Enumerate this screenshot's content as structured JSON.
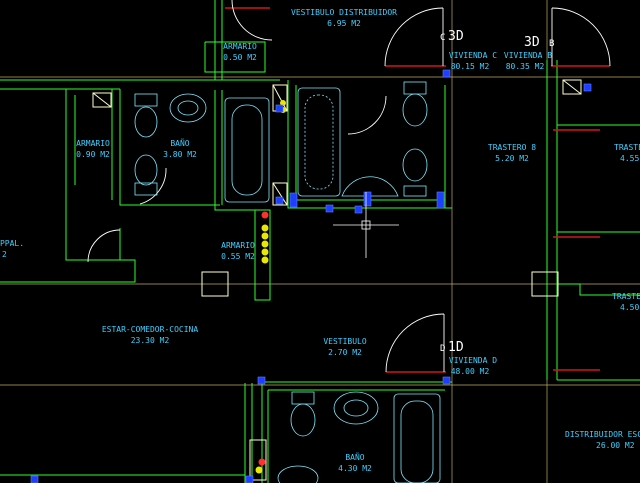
{
  "rooms": [
    {
      "id": "vestibulo-distribuidor",
      "name": "VESTIBULO DISTRIBUIDOR",
      "area": "6.95 M2"
    },
    {
      "id": "armario-top",
      "name": "ARMARIO",
      "area": "0.50 M2"
    },
    {
      "id": "armario-left",
      "name": "ARMARIO",
      "area": "0.90 M2"
    },
    {
      "id": "bano-top",
      "name": "BAÑO",
      "area": "3.80 M2"
    },
    {
      "id": "armario-mid",
      "name": "ARMARIO",
      "area": "0.55 M2"
    },
    {
      "id": "ppal",
      "name": "PPAL.",
      "area": "2"
    },
    {
      "id": "vivienda-c",
      "name": "VIVIENDA C",
      "area": "80.15 M2"
    },
    {
      "id": "vivienda-b",
      "name": "VIVIENDA B",
      "area": "80.35 M2"
    },
    {
      "id": "trastero-8",
      "name": "TRASTERO 8",
      "area": "5.20 M2"
    },
    {
      "id": "trastero-right",
      "name": "TRASTE",
      "area": "4.55"
    },
    {
      "id": "trastero-right2",
      "name": "TRASTER",
      "area": "4.50"
    },
    {
      "id": "estar",
      "name": "ESTAR-COMEDOR-COCINA",
      "area": "23.30 M2"
    },
    {
      "id": "vestibulo",
      "name": "VESTIBULO",
      "area": "2.70 M2"
    },
    {
      "id": "vivienda-d",
      "name": "VIVIENDA D",
      "area": "48.00 M2"
    },
    {
      "id": "bano-bottom",
      "name": "BAÑO",
      "area": "4.30 M2"
    },
    {
      "id": "distribuidor-esc",
      "name": "DISTRIBUIDOR ESC",
      "area": "26.00 M2"
    }
  ],
  "unit_tags": [
    {
      "id": "3d",
      "prefix": "C",
      "code": "3D"
    },
    {
      "id": "3db",
      "prefix": "",
      "code": "3D",
      "suffix": "B"
    },
    {
      "id": "1d",
      "prefix": "D",
      "code": "1D"
    }
  ],
  "colors": {
    "background": "#000000",
    "walls": "#2bff2b",
    "fixtures": "#7fe8ff",
    "labels": "#3fd0ff",
    "doors": "#ffffff",
    "section_lines": "#d01818",
    "grips": "#1f3fff",
    "guides": "#ffe680"
  },
  "cursor": "crosshair-icon"
}
